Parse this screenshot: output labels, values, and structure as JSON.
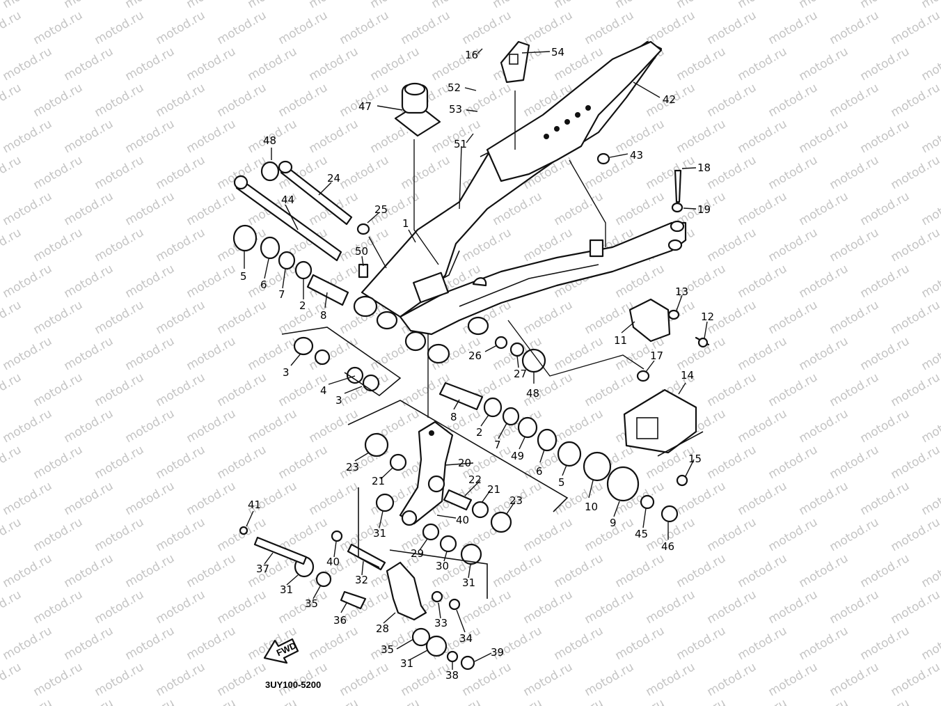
{
  "watermark": {
    "text": "motod.ru",
    "color": "#c4c4c4"
  },
  "diagram_code": "3UY100-5200",
  "fwd_label": "FWD",
  "ink_color": "#111111",
  "callouts": [
    {
      "id": "c16",
      "text": "16"
    },
    {
      "id": "c54",
      "text": "54"
    },
    {
      "id": "c42",
      "text": "42"
    },
    {
      "id": "c52",
      "text": "52"
    },
    {
      "id": "c47",
      "text": "47"
    },
    {
      "id": "c53",
      "text": "53"
    },
    {
      "id": "c51",
      "text": "51"
    },
    {
      "id": "c43",
      "text": "43"
    },
    {
      "id": "c48a",
      "text": "48"
    },
    {
      "id": "c24",
      "text": "24"
    },
    {
      "id": "c18",
      "text": "18"
    },
    {
      "id": "c44",
      "text": "44"
    },
    {
      "id": "c25",
      "text": "25"
    },
    {
      "id": "c19",
      "text": "19"
    },
    {
      "id": "c1",
      "text": "1"
    },
    {
      "id": "c50",
      "text": "50"
    },
    {
      "id": "c5a",
      "text": "5"
    },
    {
      "id": "c6a",
      "text": "6"
    },
    {
      "id": "c7a",
      "text": "7"
    },
    {
      "id": "c2a",
      "text": "2"
    },
    {
      "id": "c8a",
      "text": "8"
    },
    {
      "id": "c13",
      "text": "13"
    },
    {
      "id": "c12",
      "text": "12"
    },
    {
      "id": "c11",
      "text": "11"
    },
    {
      "id": "c3a",
      "text": "3"
    },
    {
      "id": "c4",
      "text": "4"
    },
    {
      "id": "c3b",
      "text": "3"
    },
    {
      "id": "c26",
      "text": "26"
    },
    {
      "id": "c27",
      "text": "27"
    },
    {
      "id": "c17",
      "text": "17"
    },
    {
      "id": "c14",
      "text": "14"
    },
    {
      "id": "c48b",
      "text": "48"
    },
    {
      "id": "c8b",
      "text": "8"
    },
    {
      "id": "c2b",
      "text": "2"
    },
    {
      "id": "c7b",
      "text": "7"
    },
    {
      "id": "c49",
      "text": "49"
    },
    {
      "id": "c6b",
      "text": "6"
    },
    {
      "id": "c5b",
      "text": "5"
    },
    {
      "id": "c23a",
      "text": "23"
    },
    {
      "id": "c20",
      "text": "20"
    },
    {
      "id": "c21a",
      "text": "21"
    },
    {
      "id": "c22",
      "text": "22"
    },
    {
      "id": "c21b",
      "text": "21"
    },
    {
      "id": "c15",
      "text": "15"
    },
    {
      "id": "c10",
      "text": "10"
    },
    {
      "id": "c9",
      "text": "9"
    },
    {
      "id": "c23b",
      "text": "23"
    },
    {
      "id": "c41",
      "text": "41"
    },
    {
      "id": "c31a",
      "text": "31"
    },
    {
      "id": "c40a",
      "text": "40"
    },
    {
      "id": "c45",
      "text": "45"
    },
    {
      "id": "c46",
      "text": "46"
    },
    {
      "id": "c29",
      "text": "29"
    },
    {
      "id": "c30",
      "text": "30"
    },
    {
      "id": "c40b",
      "text": "40"
    },
    {
      "id": "c37",
      "text": "37"
    },
    {
      "id": "c32",
      "text": "32"
    },
    {
      "id": "c31b",
      "text": "31"
    },
    {
      "id": "c31c",
      "text": "31"
    },
    {
      "id": "c35a",
      "text": "35"
    },
    {
      "id": "c36",
      "text": "36"
    },
    {
      "id": "c33",
      "text": "33"
    },
    {
      "id": "c28",
      "text": "28"
    },
    {
      "id": "c34",
      "text": "34"
    },
    {
      "id": "c35b",
      "text": "35"
    },
    {
      "id": "c39",
      "text": "39"
    },
    {
      "id": "c31d",
      "text": "31"
    },
    {
      "id": "c38",
      "text": "38"
    }
  ]
}
